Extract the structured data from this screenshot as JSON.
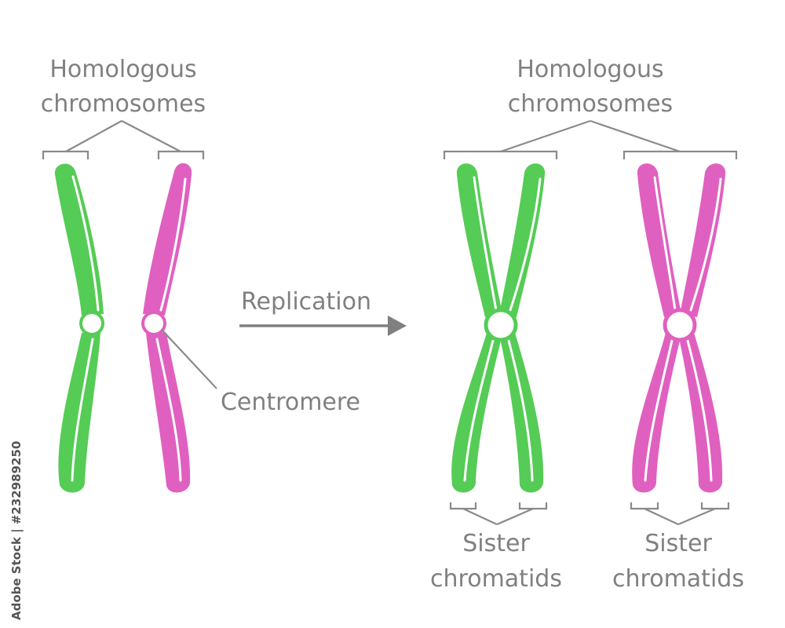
{
  "labels": {
    "homologous_left_line1": "Homologous",
    "homologous_left_line2": "chromosomes",
    "homologous_right_line1": "Homologous",
    "homologous_right_line2": "chromosomes",
    "replication": "Replication",
    "centromere": "Centromere",
    "sister_left_line1": "Sister",
    "sister_left_line2": "chromatids",
    "sister_right_line1": "Sister",
    "sister_right_line2": "chromatids"
  },
  "watermark": "Adobe Stock | #232989250",
  "colors": {
    "green_chromosome": "#55cc55",
    "pink_chromosome": "#e060c0",
    "label_gray": "#808080",
    "line_gray": "#8a8a8a",
    "background": "#ffffff"
  }
}
